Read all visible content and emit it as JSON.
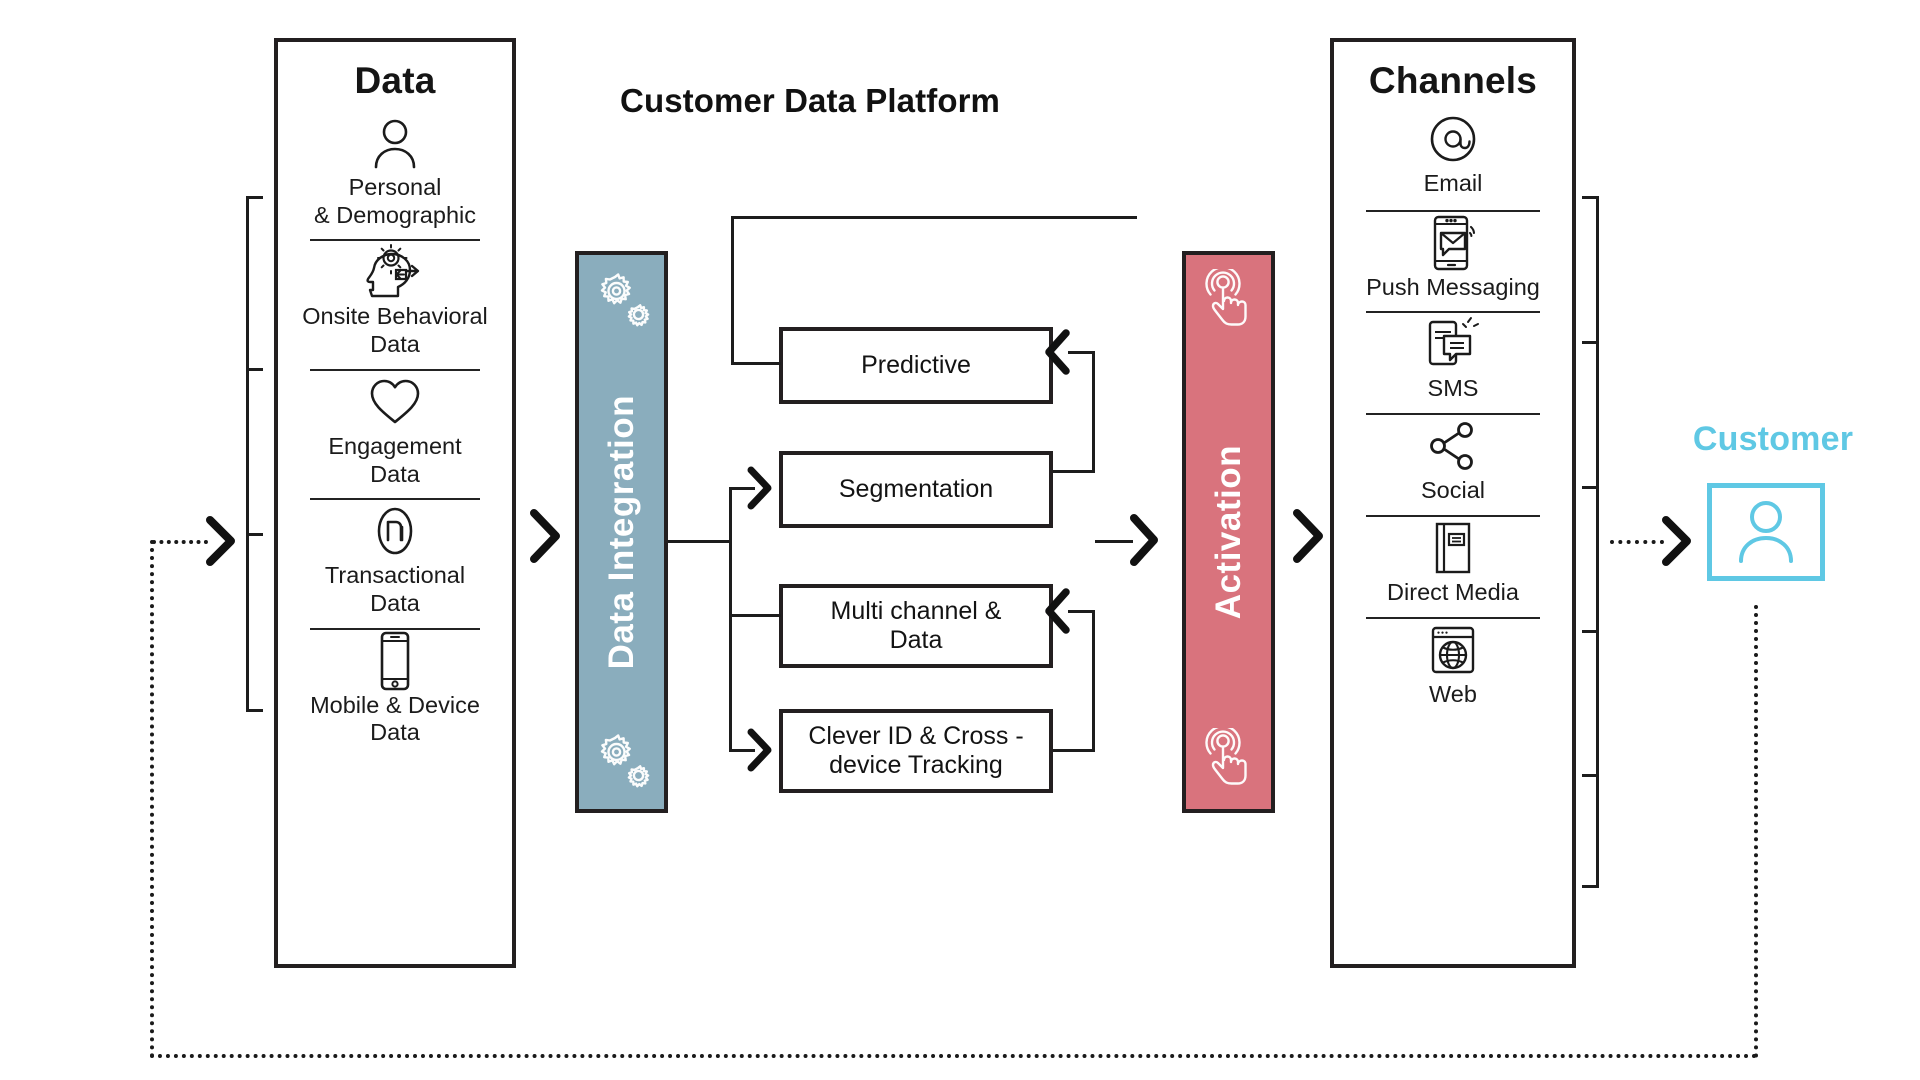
{
  "title": "Customer Data Platform",
  "colors": {
    "data_integration_bar": "#8aadbd",
    "activation_bar": "#d9737d",
    "customer_accent": "#5fc8e4",
    "stroke": "#231f20",
    "background": "#ffffff"
  },
  "data_column": {
    "heading": "Data",
    "items": [
      {
        "icon": "person-icon",
        "label": "Personal\n& Demographic"
      },
      {
        "icon": "head-gear-icon",
        "label": "Onsite Behavioral\nData"
      },
      {
        "icon": "heart-icon",
        "label": "Engagement\nData"
      },
      {
        "icon": "currency-coin-icon",
        "label": "Transactional\nData"
      },
      {
        "icon": "mobile-phone-icon",
        "label": "Mobile & Device\nData"
      }
    ]
  },
  "data_integration": {
    "label": "Data Integration",
    "top_icon": "gears-icon",
    "bottom_icon": "gears-icon"
  },
  "engine_boxes": [
    {
      "label": "Predictive"
    },
    {
      "label": "Segmentation"
    },
    {
      "label": "Multi channel &\nData"
    },
    {
      "label": "Clever ID & Cross -\ndevice Tracking"
    }
  ],
  "activation": {
    "label": "Activation",
    "top_icon": "tap-hand-icon",
    "bottom_icon": "tap-hand-icon"
  },
  "channels_column": {
    "heading": "Channels",
    "items": [
      {
        "icon": "at-sign-icon",
        "label": "Email"
      },
      {
        "icon": "push-message-icon",
        "label": "Push Messaging"
      },
      {
        "icon": "sms-chat-icon",
        "label": "SMS"
      },
      {
        "icon": "share-nodes-icon",
        "label": "Social"
      },
      {
        "icon": "book-icon",
        "label": "Direct Media"
      },
      {
        "icon": "browser-globe-icon",
        "label": "Web"
      }
    ]
  },
  "customer": {
    "label": "Customer",
    "icon": "person-icon"
  },
  "flow_arrows": [
    {
      "name": "feedback-into-data",
      "style": "dotted-chevron"
    },
    {
      "name": "data-to-integration",
      "style": "chevron"
    },
    {
      "name": "integration-to-activation",
      "style": "chevron"
    },
    {
      "name": "activation-to-channels",
      "style": "chevron"
    },
    {
      "name": "channels-to-customer",
      "style": "dotted-chevron"
    }
  ]
}
